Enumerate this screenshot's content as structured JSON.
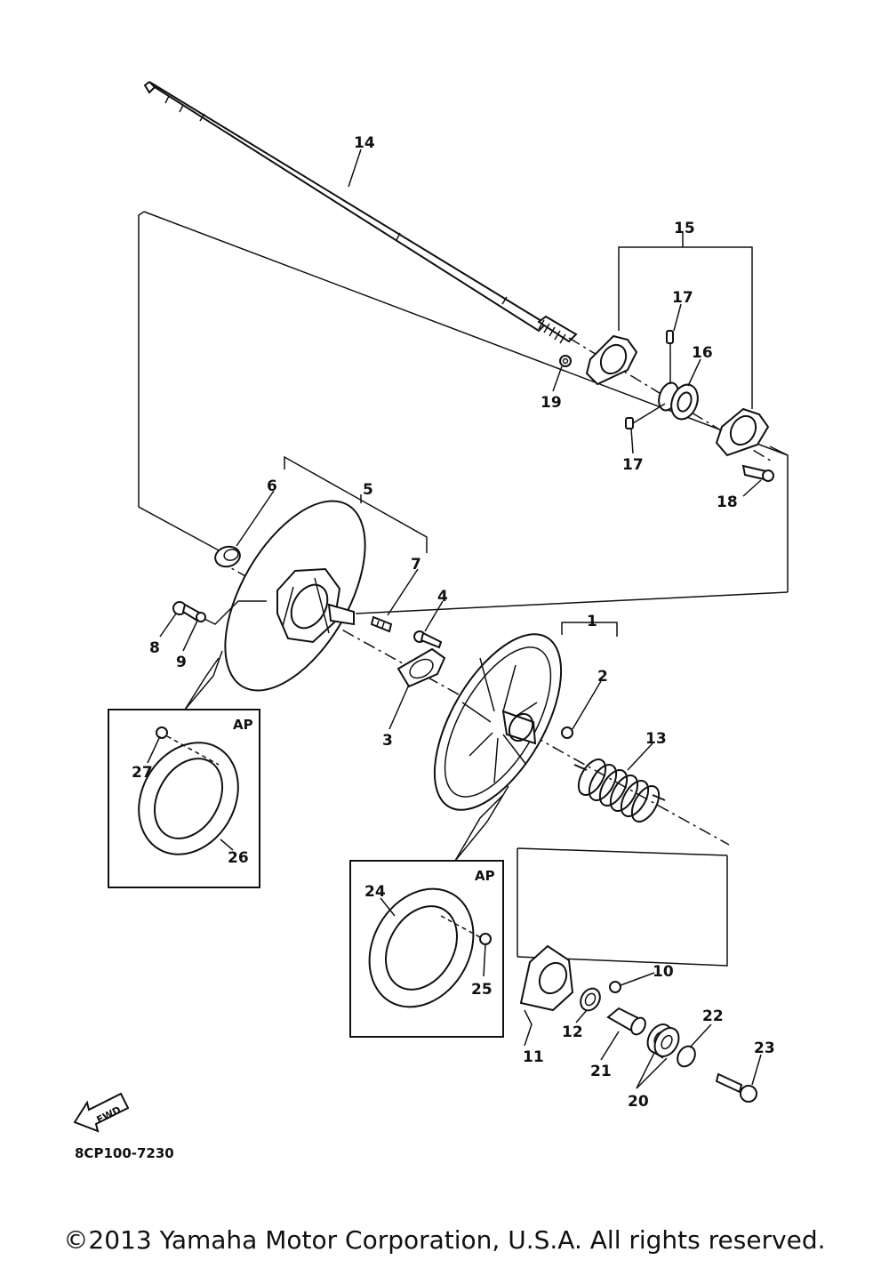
{
  "callouts": {
    "n1": "1",
    "n2": "2",
    "n3": "3",
    "n4": "4",
    "n5": "5",
    "n6": "6",
    "n7": "7",
    "n8": "8",
    "n9": "9",
    "n10": "10",
    "n11": "11",
    "n12": "12",
    "n13": "13",
    "n14": "14",
    "n15": "15",
    "n16": "16",
    "n17a": "17",
    "n17b": "17",
    "n18": "18",
    "n19": "19",
    "n20": "20",
    "n21": "21",
    "n22": "22",
    "n23": "23",
    "n24": "24",
    "n25": "25",
    "n26": "26",
    "n27": "27"
  },
  "inset_left": {
    "tag": "AP"
  },
  "inset_right": {
    "tag": "AP"
  },
  "fwd_label": "FWD",
  "diagram_code": "8CP100-7230",
  "copyright": "©2013 Yamaha Motor Corporation, U.S.A. All rights reserved."
}
